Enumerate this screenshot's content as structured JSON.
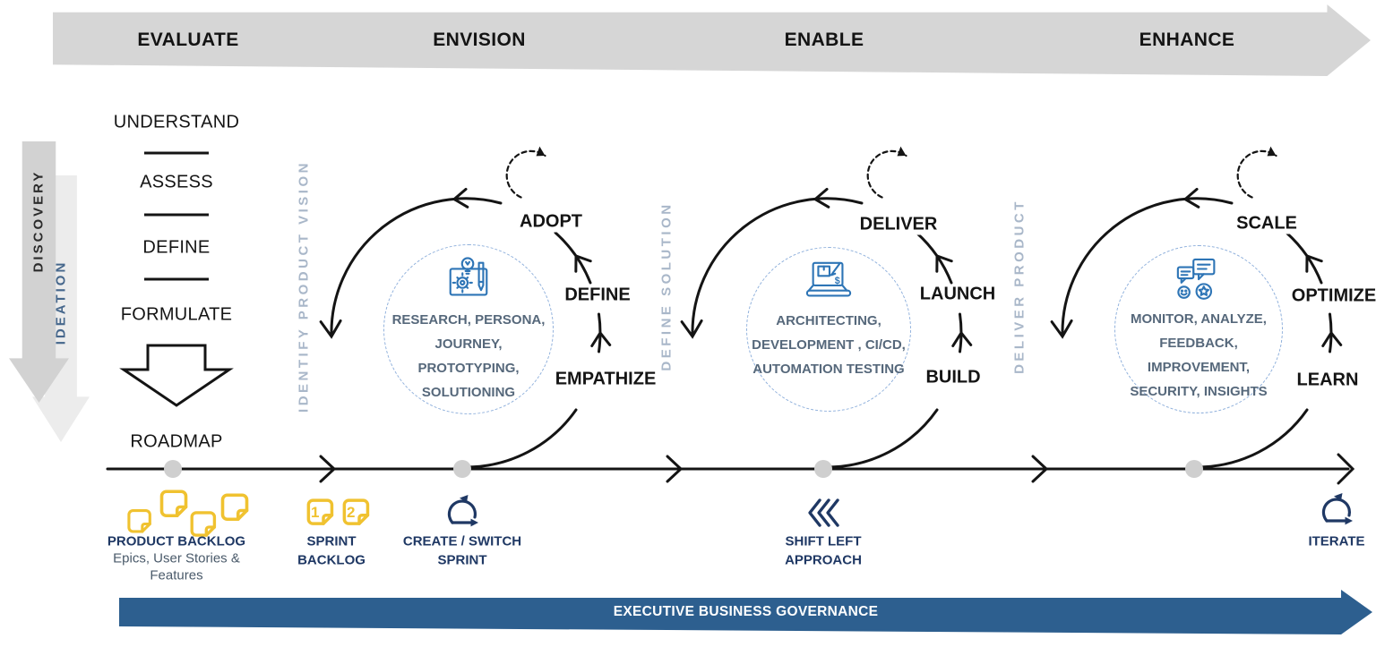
{
  "phases": {
    "p1": "EVALUATE",
    "p2": "ENVISION",
    "p3": "ENABLE",
    "p4": "ENHANCE"
  },
  "side_arrows": {
    "discovery": "DISCOVERY",
    "ideation": "IDEATION"
  },
  "discovery_steps": {
    "s1": "UNDERSTAND",
    "s2": "ASSESS",
    "s3": "DEFINE",
    "s4": "FORMULATE",
    "result": "ROADMAP"
  },
  "guides": {
    "envision": "IDENTIFY PRODUCT VISION",
    "enable": "DEFINE SOLUTION",
    "enhance": "DELIVER PRODUCT"
  },
  "loops": {
    "envision": {
      "stage_top": "ADOPT",
      "stage_mid": "DEFINE",
      "stage_bottom": "EMPATHIZE",
      "detail1": "RESEARCH, PERSONA,",
      "detail2": "JOURNEY, PROTOTYPING,",
      "detail3": "SOLUTIONING",
      "icon": "design-blueprint-icon"
    },
    "enable": {
      "stage_top": "DELIVER",
      "stage_mid": "LAUNCH",
      "stage_bottom": "BUILD",
      "detail1": "ARCHITECTING,",
      "detail2": "DEVELOPMENT , CI/CD,",
      "detail3": "AUTOMATION TESTING",
      "icon": "dev-laptop-icon"
    },
    "enhance": {
      "stage_top": "SCALE",
      "stage_mid": "OPTIMIZE",
      "stage_bottom": "LEARN",
      "detail1": "MONITOR, ANALYZE,",
      "detail2": "FEEDBACK, IMPROVEMENT,",
      "detail3": "SECURITY, INSIGHTS",
      "icon": "feedback-chat-icon"
    }
  },
  "timeline": {
    "product_backlog": {
      "title": "PRODUCT BACKLOG",
      "sub1": "Epics, User Stories &",
      "sub2": "Features",
      "icon": "sticky-notes-icon"
    },
    "sprint_backlog": {
      "line1": "SPRINT",
      "line2": "BACKLOG",
      "note1": "1",
      "note2": "2",
      "icon": "numbered-sticky-notes-icon"
    },
    "create_switch": {
      "line1": "CREATE / SWITCH",
      "line2": "SPRINT",
      "icon": "sprint-cycle-icon"
    },
    "shift_left": {
      "line1": "SHIFT LEFT",
      "line2": "APPROACH",
      "icon": "shift-left-chevrons-icon"
    },
    "iterate": {
      "title": "ITERATE",
      "icon": "sprint-cycle-icon"
    }
  },
  "governance": {
    "label": "EXECUTIVE BUSINESS GOVERNANCE"
  },
  "colors": {
    "navy": "#1f3864",
    "icon_blue": "#2e75b6",
    "governance_blue": "#2d5f8f",
    "note_yellow": "#f0c230",
    "detail_text": "#56687b",
    "guide_text": "#a9b7c9",
    "banner_gray": "#d6d6d6",
    "arrow_gray": "#d2d2d2",
    "dot_gray": "#cfcfcf"
  }
}
